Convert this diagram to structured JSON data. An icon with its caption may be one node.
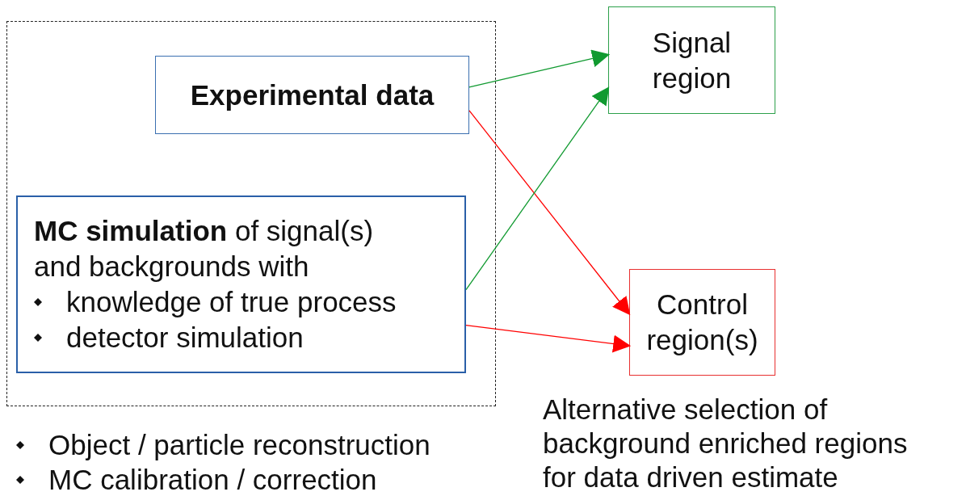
{
  "diagram": {
    "nodes": [
      {
        "text": [],
        "shape": "box"
      },
      {
        "text": [
          "Experimental data"
        ],
        "in": 0
      },
      {
        "text": [
          "**MC simulation** of signal(s) and backgrounds with",
          "knowledge of true process",
          "detector simulation"
        ],
        "in": 0
      },
      {
        "text": [
          "Signal region"
        ]
      },
      {
        "text": [
          "Control region(s)"
        ]
      }
    ],
    "edges": [
      {
        "from": 1,
        "to": 3,
        "arrow": "to",
        "color": "#109a30"
      },
      {
        "from": 1,
        "to": 4,
        "arrow": "to",
        "color": "#ff0000"
      },
      {
        "from": 2,
        "to": 3,
        "arrow": "to",
        "color": "#109a30"
      },
      {
        "from": 2,
        "to": 4,
        "arrow": "to",
        "color": "#ff0000"
      }
    ],
    "labels": [
      "Object / particle reconstruction",
      "MC calibration / correction",
      "Alternative selection of background enriched regions for data driven estimate"
    ]
  }
}
